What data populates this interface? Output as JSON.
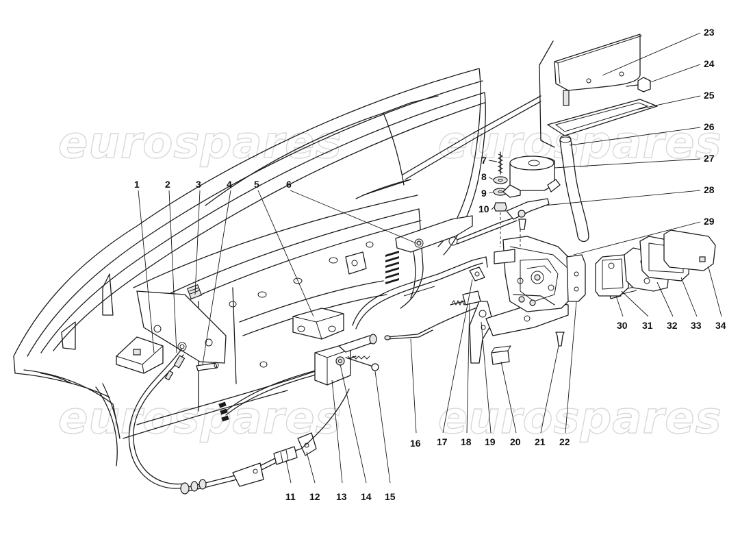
{
  "watermark": {
    "text": "eurospares"
  },
  "callouts": [
    {
      "n": "1"
    },
    {
      "n": "2"
    },
    {
      "n": "3"
    },
    {
      "n": "4"
    },
    {
      "n": "5"
    },
    {
      "n": "6"
    },
    {
      "n": "7"
    },
    {
      "n": "8"
    },
    {
      "n": "9"
    },
    {
      "n": "10"
    },
    {
      "n": "11"
    },
    {
      "n": "12"
    },
    {
      "n": "13"
    },
    {
      "n": "14"
    },
    {
      "n": "15"
    },
    {
      "n": "16"
    },
    {
      "n": "17"
    },
    {
      "n": "18"
    },
    {
      "n": "19"
    },
    {
      "n": "20"
    },
    {
      "n": "21"
    },
    {
      "n": "22"
    },
    {
      "n": "23"
    },
    {
      "n": "24"
    },
    {
      "n": "25"
    },
    {
      "n": "26"
    },
    {
      "n": "27"
    },
    {
      "n": "28"
    },
    {
      "n": "29"
    },
    {
      "n": "30"
    },
    {
      "n": "31"
    },
    {
      "n": "32"
    },
    {
      "n": "33"
    },
    {
      "n": "34"
    }
  ]
}
